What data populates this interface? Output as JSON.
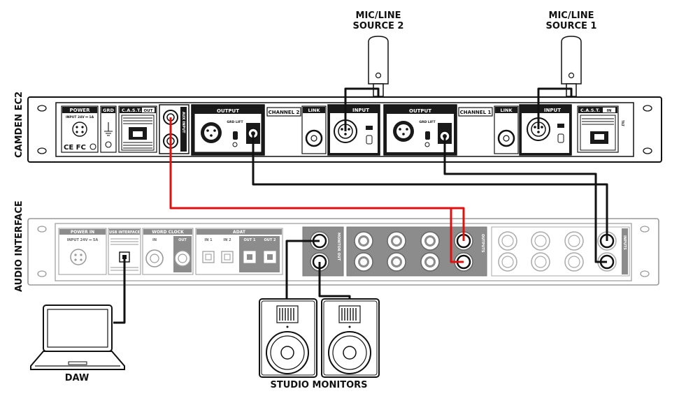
{
  "labels": {
    "source2": [
      "MIC/LINE",
      "SOURCE 2"
    ],
    "source1": [
      "MIC/LINE",
      "SOURCE 1"
    ],
    "camden": "CAMDEN EC2",
    "audio_interface": "AUDIO INTERFACE",
    "daw": "DAW",
    "studio_monitors": "STUDIO MONITORS"
  },
  "ec2_panel": {
    "power": "POWER",
    "power_input": "INPUT 24V ⎓ 1A",
    "grd": "GRD",
    "cast_out": "C.A.S.T.",
    "cast_out_badge": "OUT",
    "cast_in": "C.A.S.T.",
    "cast_in_badge": "IN",
    "output": "OUTPUT",
    "input": "INPUT",
    "channel2": "CHANNEL 2",
    "channel1": "CHANNEL 1",
    "link": "LINK",
    "grd_lift": "GRD LIFT",
    "ce_fcc": "CE FC",
    "aux_input": "AUX INPUT",
    "tilt": "TILT"
  },
  "interface_panel": {
    "power_in": "POWER IN",
    "power_in_spec": "INPUT 24V ⎓ 5A",
    "usb_interface": "USB INTERFACE",
    "word_clock": "WORD CLOCK",
    "wc_in": "IN",
    "wc_out": "OUT",
    "adat": "ADAT",
    "adat_in1": "IN 1",
    "adat_in2": "IN 2",
    "adat_out1": "OUT 1",
    "adat_out2": "OUT 2",
    "monitor_out": "MONITOR OUT",
    "outputs": "OUTPUTS",
    "inputs": "INPUTS"
  },
  "colors": {
    "line": "#111111",
    "aux_cable": "#e01010",
    "panel_dark": "#1a1a1a",
    "interface_stroke": "#999999"
  }
}
